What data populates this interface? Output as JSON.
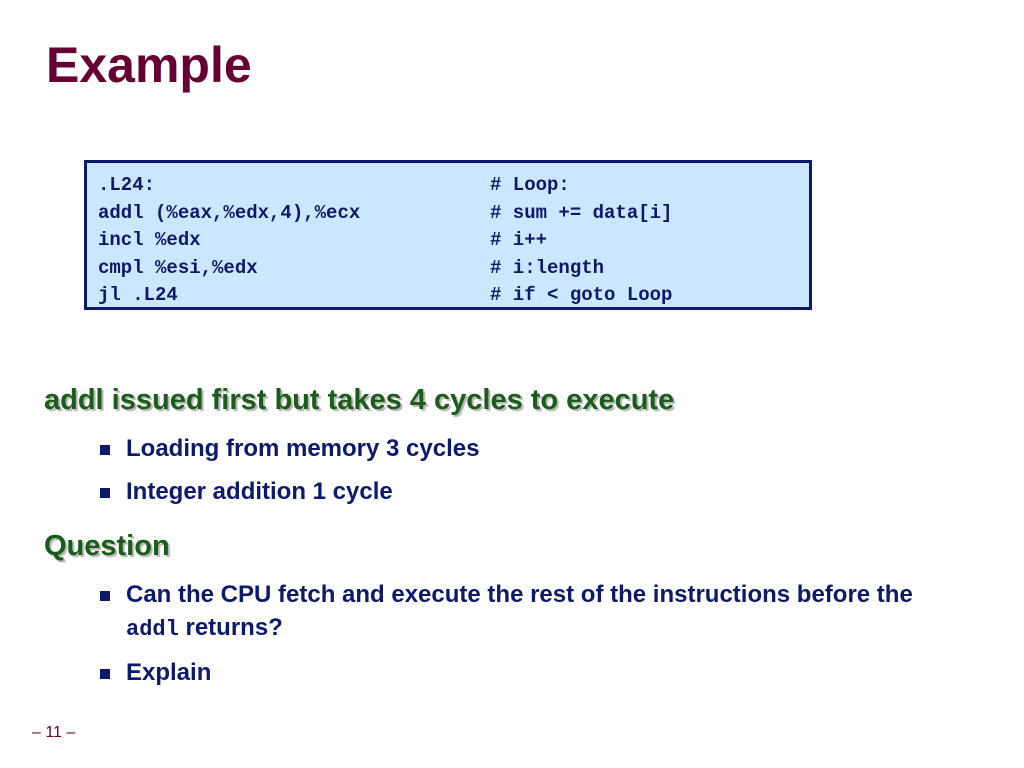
{
  "slide": {
    "title": "Example",
    "page_number": "– 11 –"
  },
  "code": {
    "lines": [
      {
        "instruction": ".L24:",
        "comment": "# Loop:"
      },
      {
        "instruction": "addl (%eax,%edx,4),%ecx",
        "comment": "# sum += data[i]"
      },
      {
        "instruction": "incl %edx",
        "comment": "# i++"
      },
      {
        "instruction": "cmpl %esi,%edx",
        "comment": "# i:length"
      },
      {
        "instruction": "jl .L24",
        "comment": "# if < goto Loop"
      }
    ]
  },
  "sections": [
    {
      "heading": "addl issued first but takes 4 cycles to execute",
      "bullets": [
        "Loading from memory 3 cycles",
        "Integer addition 1 cycle"
      ]
    },
    {
      "heading": "Question",
      "bullets": [
        {
          "before": "Can the CPU fetch and execute the rest of the instructions before the ",
          "code": "addl",
          "after": " returns?"
        },
        "Explain"
      ]
    }
  ],
  "colors": {
    "title": "#660033",
    "heading": "#1a5c1a",
    "body_text": "#0d1a6a",
    "code_background": "#cce6ff",
    "code_border": "#0d1a6a"
  }
}
